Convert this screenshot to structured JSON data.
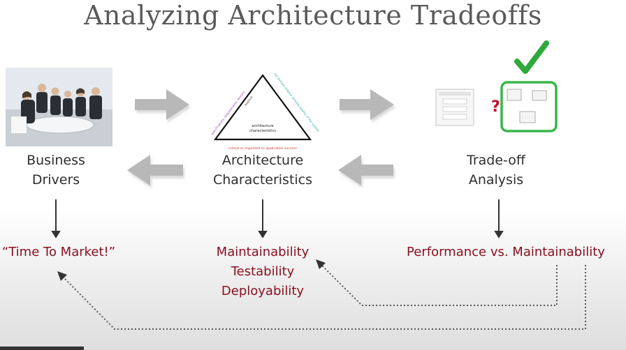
{
  "title": "Analyzing Architecture Tradeoffs",
  "columns": {
    "business": {
      "line1": "Business",
      "line2": "Drivers",
      "outcome": "“Time To Market!”"
    },
    "architecture": {
      "line1": "Architecture",
      "line2": "Characteristics",
      "outcomes": [
        "Maintainability",
        "Testability",
        "Deployability"
      ]
    },
    "tradeoff": {
      "line1": "Trade-off",
      "line2": "Analysis",
      "outcome": "Performance vs. Maintainability"
    }
  },
  "triangle": {
    "inner": [
      "architecture",
      "characteristics"
    ],
    "top": "explicit",
    "left_side": "specifications, requirements, domain",
    "right_side": "not domain related, ensures quality of the system",
    "bottom": "critical or important to application success"
  },
  "tradeoff_mark": "?",
  "colors": {
    "outcome_red": "#8a1020",
    "check_green": "#39b54a",
    "arrow_gray": "#b5b5b5"
  },
  "icons": [
    "meeting-photo",
    "check-icon",
    "question-mark-icon"
  ]
}
